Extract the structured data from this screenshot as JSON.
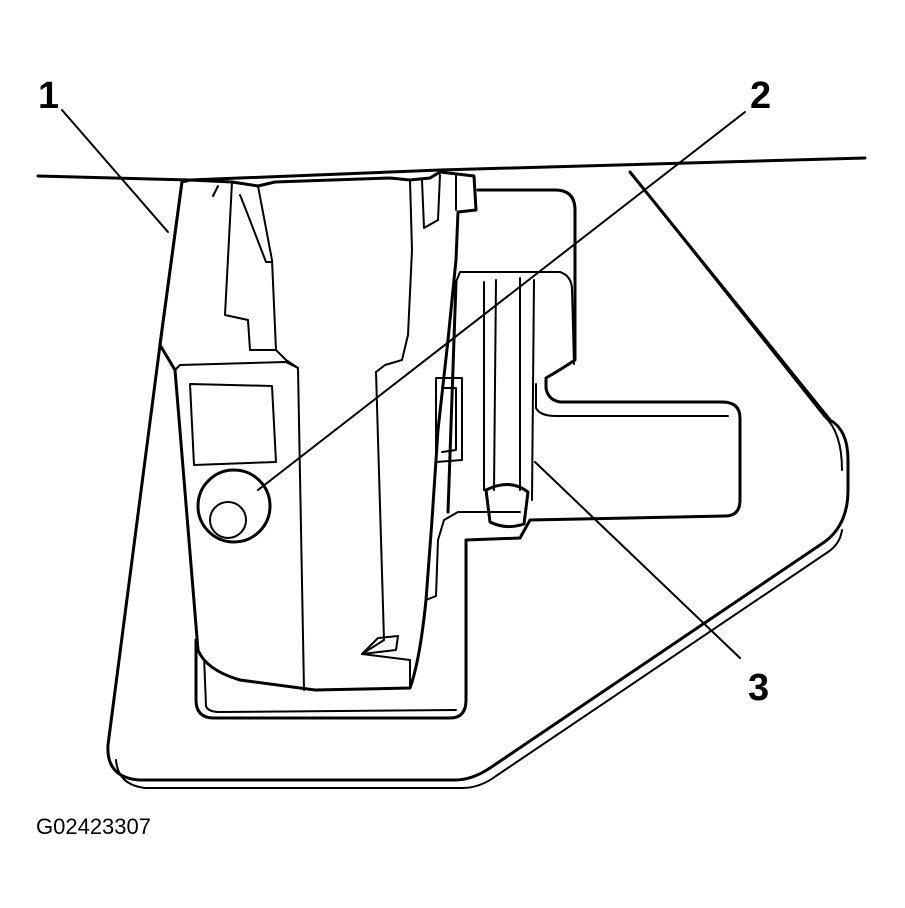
{
  "callouts": [
    {
      "id": "1",
      "label": "1"
    },
    {
      "id": "2",
      "label": "2"
    },
    {
      "id": "3",
      "label": "3"
    }
  ],
  "figure_code": "G02423307",
  "colors": {
    "line": "#000000",
    "background": "#ffffff"
  }
}
